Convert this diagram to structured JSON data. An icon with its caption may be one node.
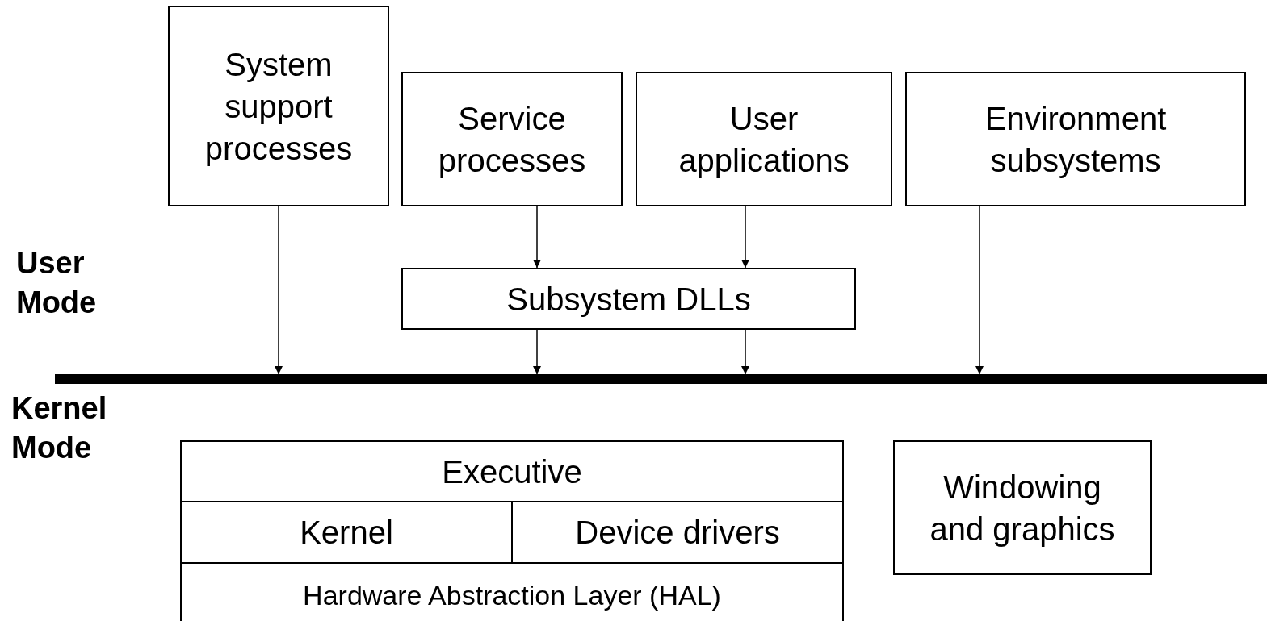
{
  "diagram": {
    "nodes": [
      {
        "text": [
          "System support processes"
        ]
      },
      {
        "text": [
          "Service processes"
        ]
      },
      {
        "text": [
          "User applications"
        ]
      },
      {
        "text": [
          "Environment subsystems"
        ]
      },
      {
        "text": [
          "Subsystem DLLs"
        ]
      },
      {
        "text": [],
        "shape": "bar"
      },
      {
        "text": [
          "Executive"
        ]
      },
      {
        "text": [
          "Kernel"
        ]
      },
      {
        "text": [
          "Device drivers"
        ]
      },
      {
        "text": [
          "Hardware Abstraction Layer (HAL)"
        ]
      },
      {
        "text": [
          "Windowing and graphics"
        ]
      }
    ],
    "edges": [
      {
        "from": 0,
        "to": 5,
        "arrow": "to"
      },
      {
        "from": 1,
        "to": 4,
        "arrow": "to"
      },
      {
        "from": 2,
        "to": 4,
        "arrow": "to"
      },
      {
        "from": 4,
        "to": 5,
        "arrow": "to"
      },
      {
        "from": 4,
        "to": 5,
        "arrow": "to"
      },
      {
        "from": 3,
        "to": 5,
        "arrow": "to"
      }
    ],
    "labels": [
      "User Mode",
      "Kernel Mode"
    ]
  }
}
